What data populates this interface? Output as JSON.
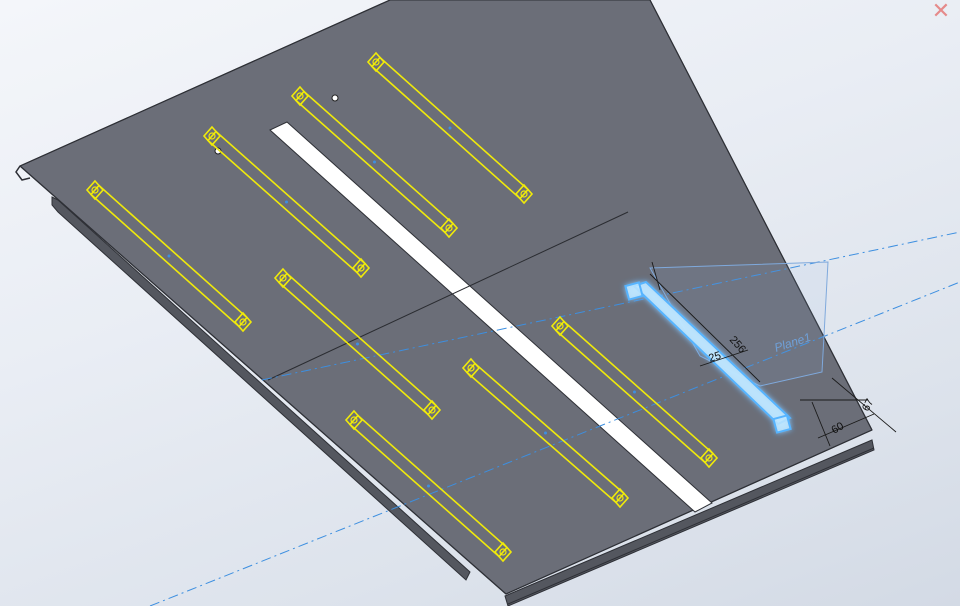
{
  "window": {
    "close_glyph": "✕"
  },
  "model": {
    "plate_color": "#6b6e78",
    "slot_color": "#ffffff",
    "flange_color": "#54575f",
    "feature_color": "#f0ea0a",
    "axis_color": "#3d8fe0",
    "selection_color": "#56b4ff"
  },
  "dimensions": {
    "length": "256",
    "width": "25",
    "offset_y": "67",
    "offset_x": "60"
  },
  "plane": {
    "label": "Plane1"
  }
}
